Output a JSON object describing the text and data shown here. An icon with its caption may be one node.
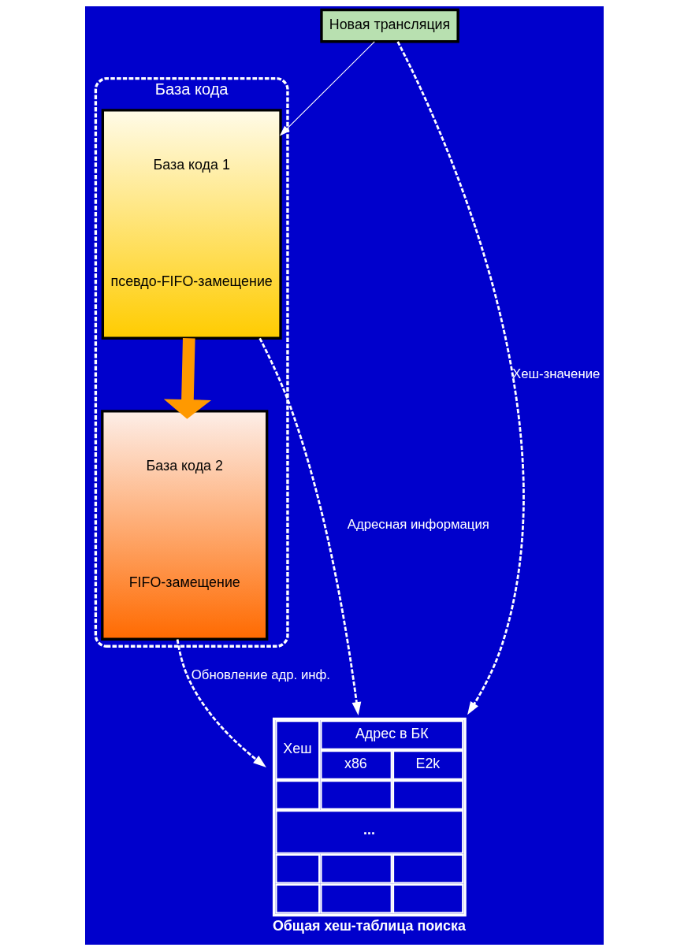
{
  "diagram": {
    "nodes": [
      {
        "text": [
          "Новая трансляция"
        ]
      },
      {
        "text": [
          "База кода"
        ]
      },
      {
        "text": [
          "База кода 1",
          "псевдо-FIFO-замещение"
        ],
        "in": 1
      },
      {
        "text": [
          "База кода 2",
          "FIFO-замещение"
        ],
        "in": 1
      },
      {
        "text": [
          "Хеш",
          "Адрес в БК",
          "x86",
          "E2k",
          "...",
          "Общая хеш-таблица поиска"
        ]
      }
    ],
    "edges": [
      {
        "from": 0,
        "to": 2,
        "arrow": "to"
      },
      {
        "from": 0,
        "to": 4,
        "arrow": "to",
        "label": "Хеш-значение",
        "style": "dashed"
      },
      {
        "from": 2,
        "to": 4,
        "arrow": "to",
        "label": "Адресная информация",
        "style": "dashed"
      },
      {
        "from": 2,
        "to": 3,
        "arrow": "to",
        "style": "thick",
        "color": "#ff9900"
      },
      {
        "from": 3,
        "to": 4,
        "arrow": "to",
        "label": "Обновление адр. инф.",
        "style": "dashed"
      }
    ]
  }
}
